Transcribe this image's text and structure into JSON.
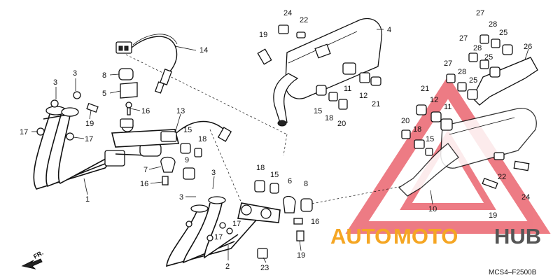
{
  "diagram": {
    "drawing_code": "MCS4–F2500B",
    "front_marker": "FR.",
    "watermark": {
      "brand_part_a": "AUTO",
      "brand_part_b": "MOTO",
      "brand_part_c": "HUB",
      "color_main": "#f5a623",
      "color_dark": "#555555",
      "logo_color": "#e8505b"
    },
    "parts": {
      "p1": "1",
      "p2": "2",
      "p3a": "3",
      "p3b": "3",
      "p3c": "3",
      "p3d": "3",
      "p4": "4",
      "p5": "5",
      "p6": "6",
      "p7": "7",
      "p8a": "8",
      "p8b": "8",
      "p9": "9",
      "p10": "10",
      "p11a": "11",
      "p11b": "11",
      "p12a": "12",
      "p12b": "12",
      "p13": "13",
      "p14": "14",
      "p15a": "15",
      "p15b": "15",
      "p15c": "15",
      "p15d": "15",
      "p16a": "16",
      "p16b": "16",
      "p16c": "16",
      "p17a": "17",
      "p17b": "17",
      "p17c": "17",
      "p17d": "17",
      "p18a": "18",
      "p18b": "18",
      "p18c": "18",
      "p18d": "18",
      "p19a": "19",
      "p19b": "19",
      "p19c": "19",
      "p19d": "19",
      "p20a": "20",
      "p20b": "20",
      "p21a": "21",
      "p21b": "21",
      "p22a": "22",
      "p22b": "22",
      "p23": "23",
      "p24a": "24",
      "p24b": "24",
      "p25a": "25",
      "p25b": "25",
      "p25c": "25",
      "p26": "26",
      "p27a": "27",
      "p27b": "27",
      "p27c": "27",
      "p28a": "28",
      "p28b": "28",
      "p28c": "28"
    }
  }
}
